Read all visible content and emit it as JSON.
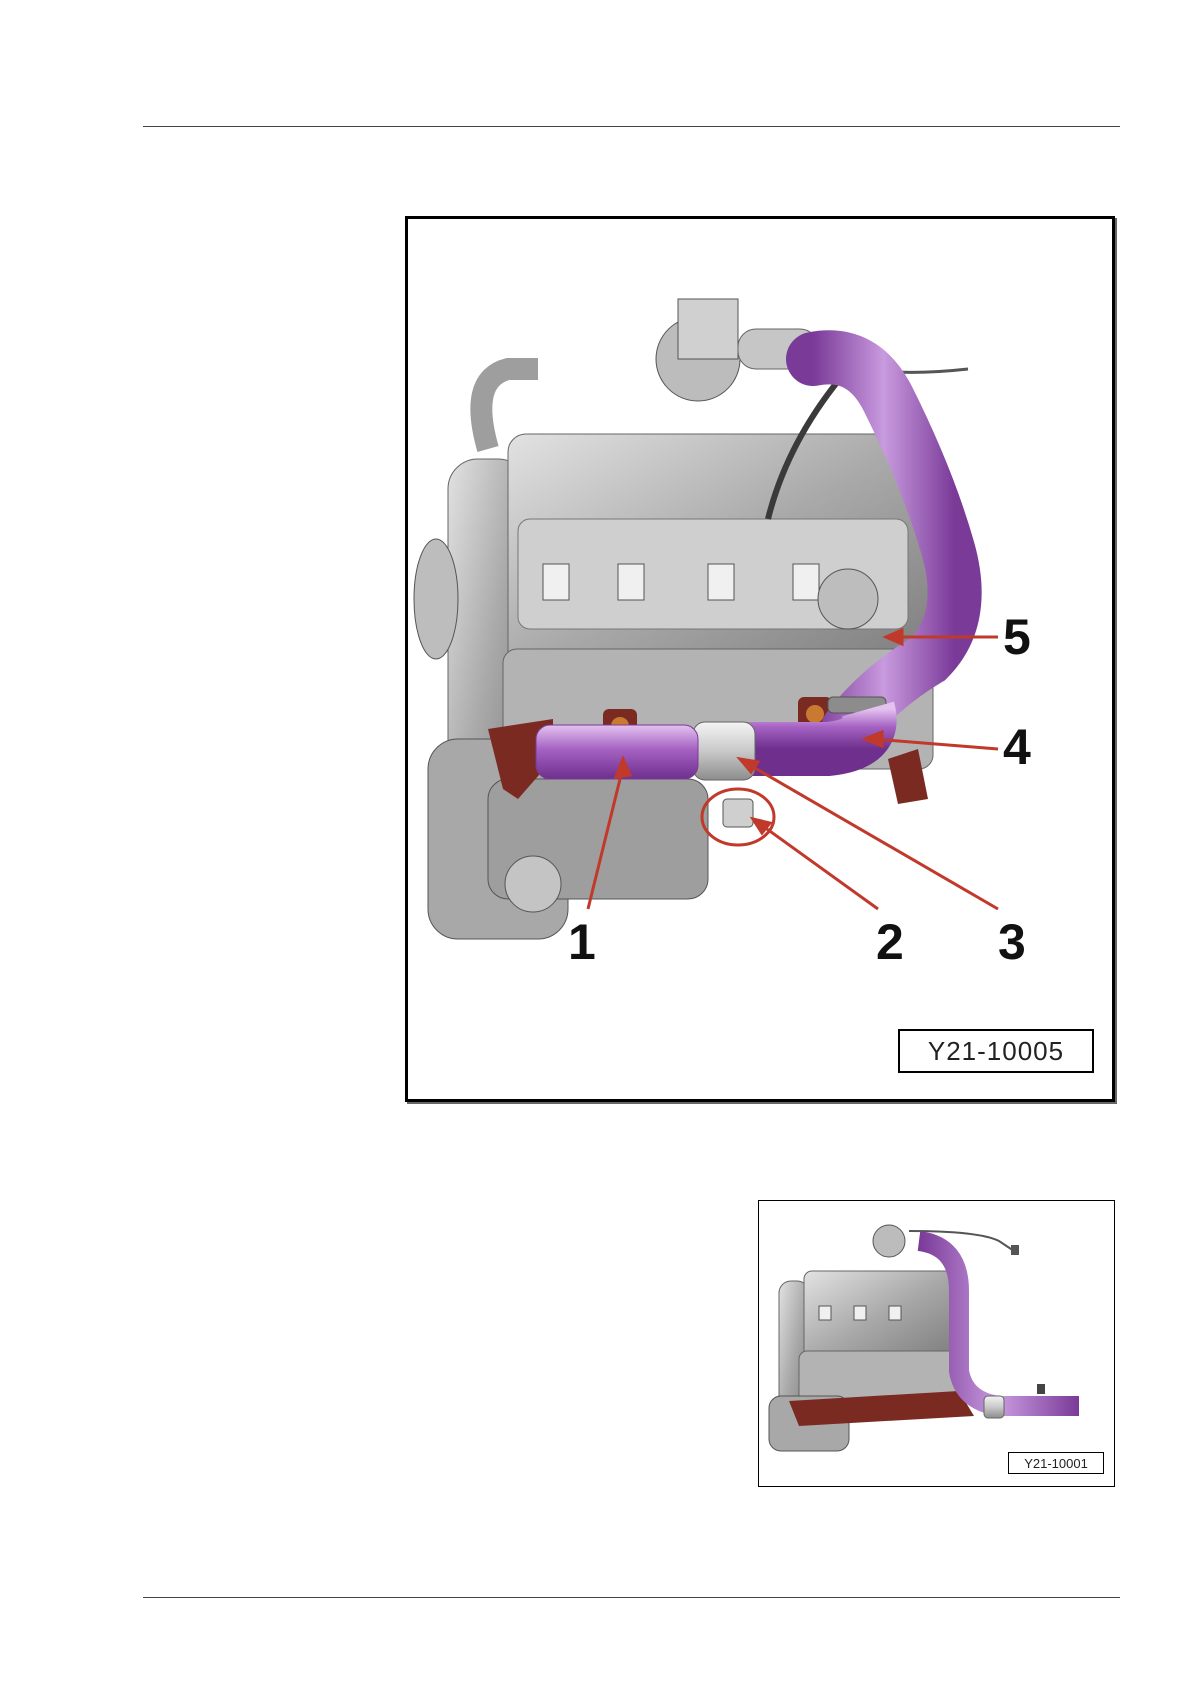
{
  "figures": {
    "main": {
      "code": "Y21-10005",
      "callouts": [
        "1",
        "2",
        "3",
        "4",
        "5"
      ]
    },
    "small": {
      "code": "Y21-10001"
    }
  },
  "colors": {
    "charge_pipe": "#9b59b6",
    "bracket": "#7b2a22",
    "callout_arrow": "#c0392b",
    "engine_grey": "#b8b8b8"
  }
}
